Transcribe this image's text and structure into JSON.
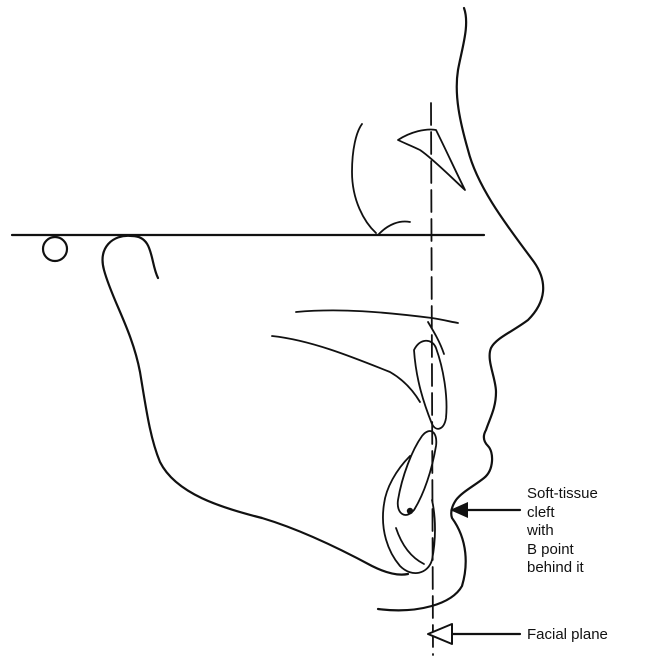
{
  "labels": {
    "soft_tissue_cleft": [
      "Soft-tissue",
      "cleft",
      "with",
      "B point",
      "behind it"
    ],
    "facial_plane": "Facial plane"
  },
  "colors": {
    "ink": "#111111",
    "background": "#ffffff"
  }
}
